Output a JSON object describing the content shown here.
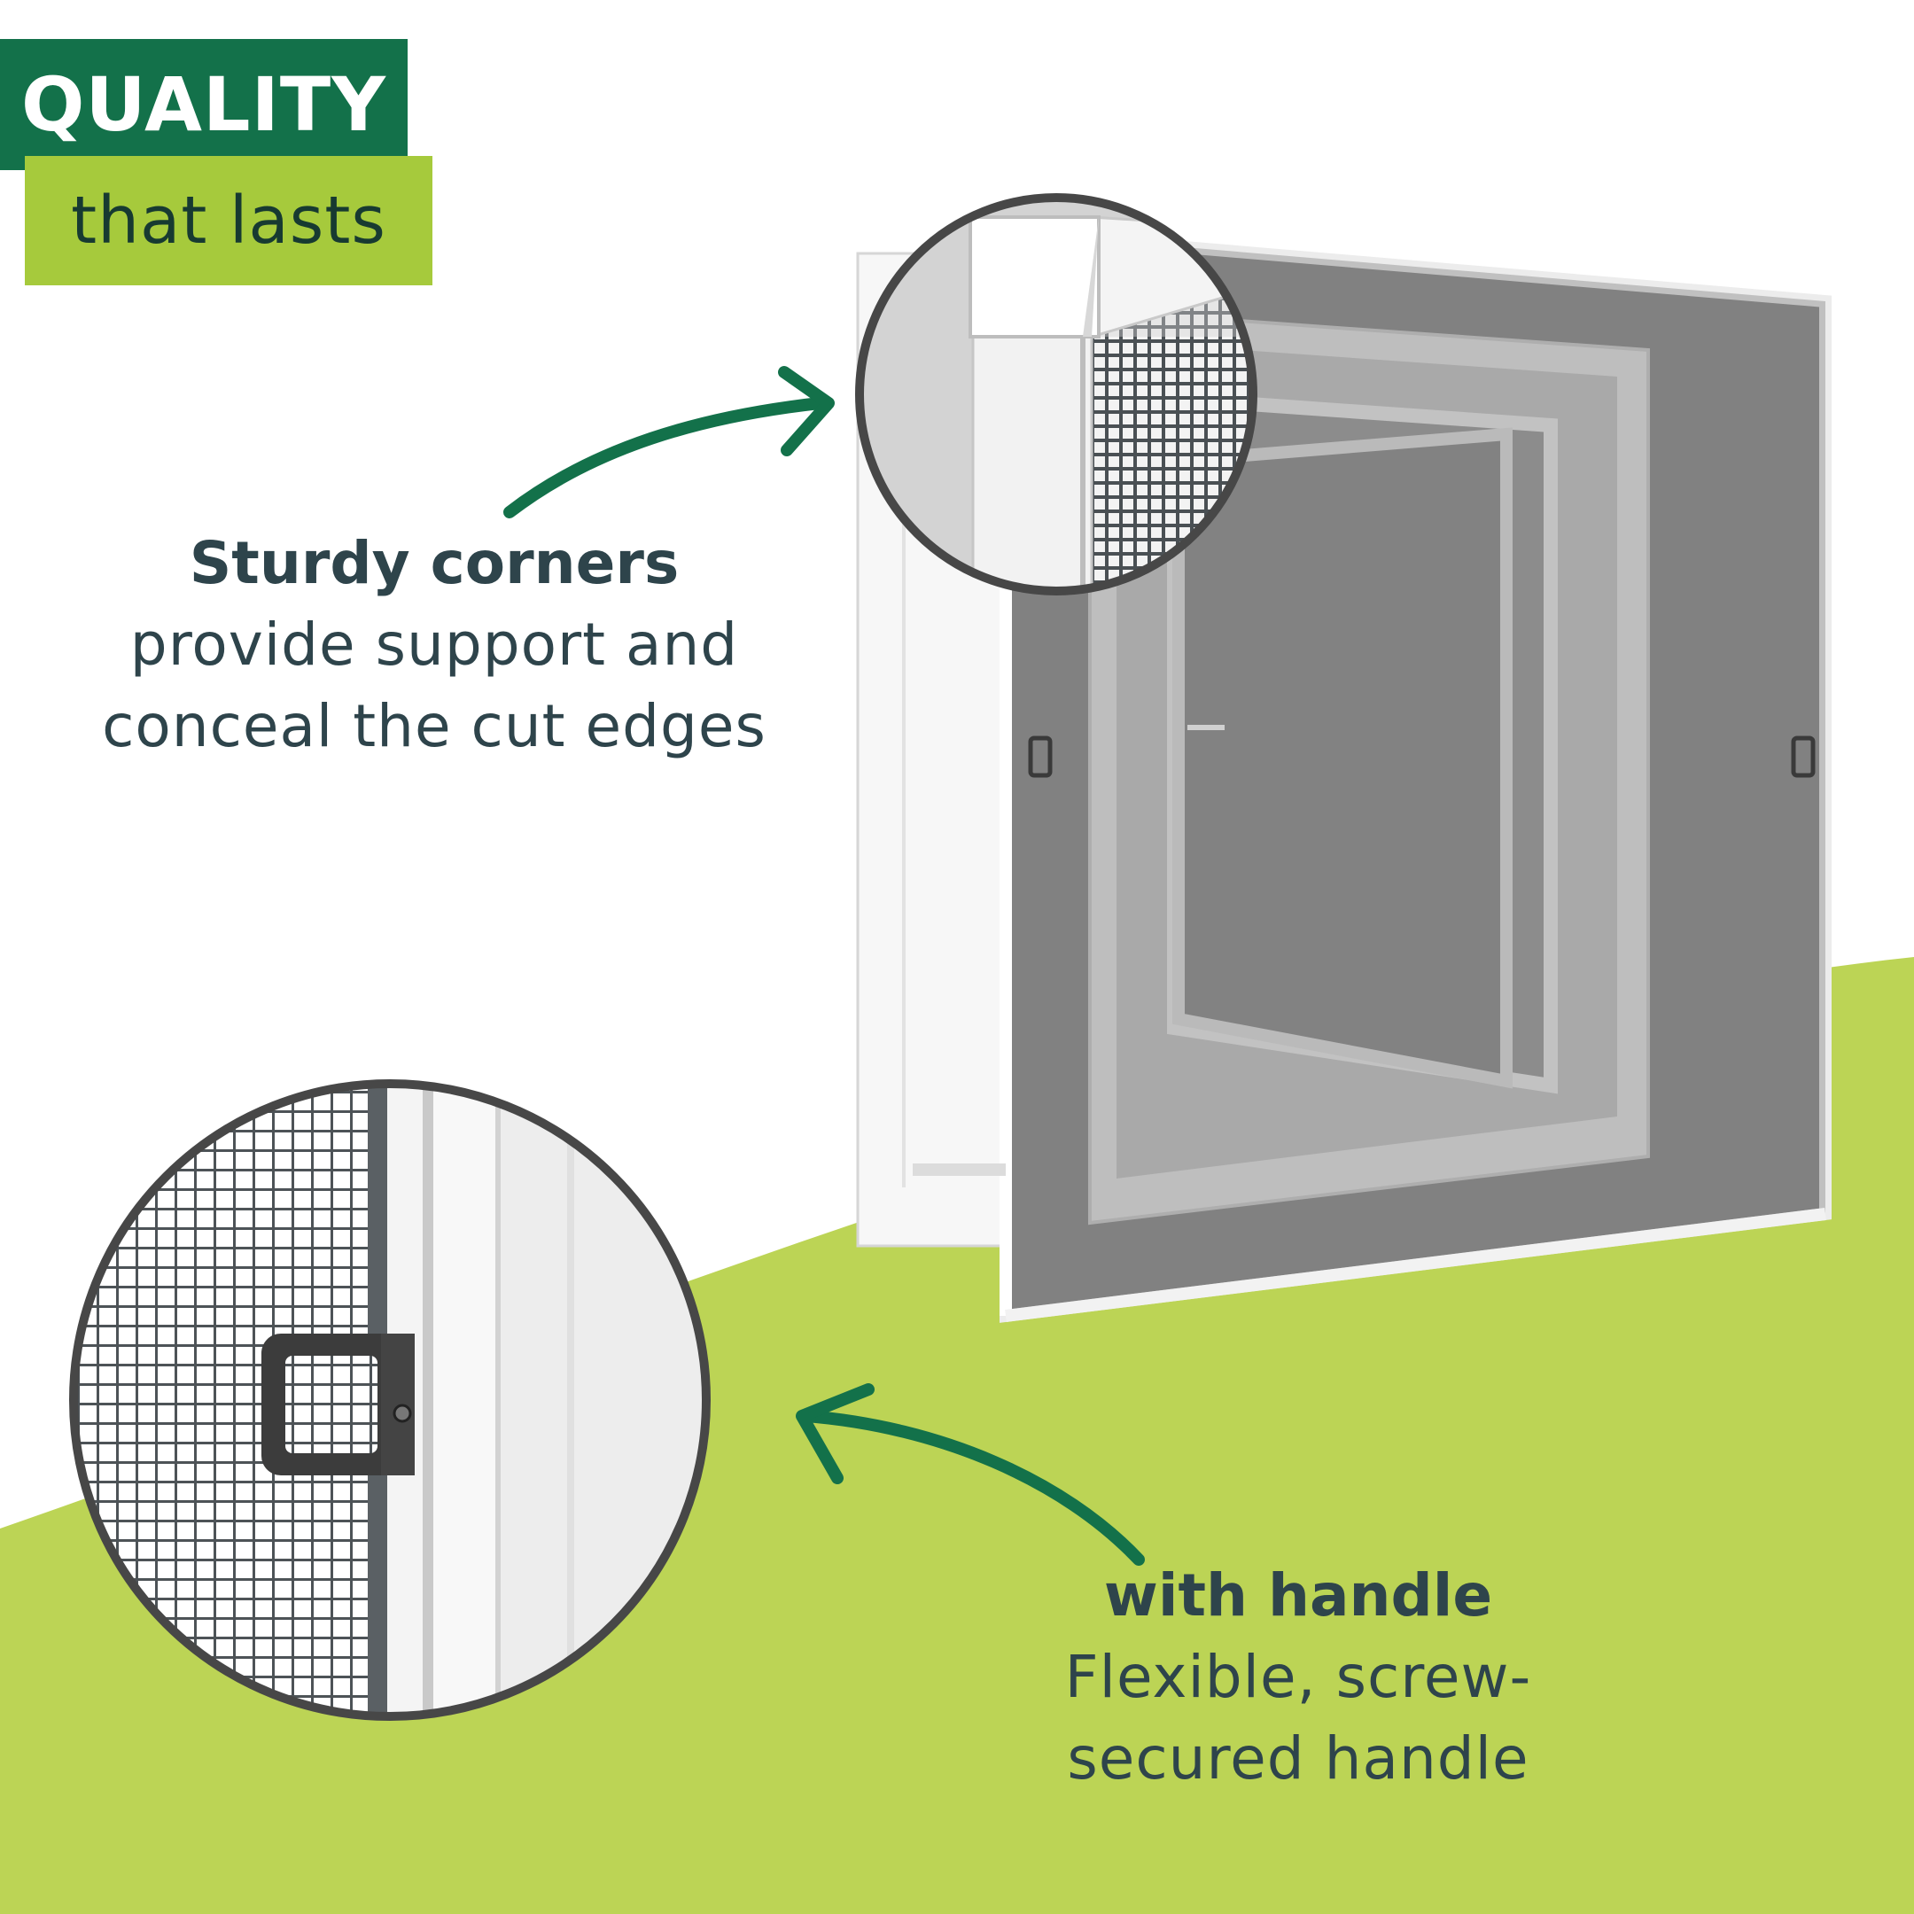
{
  "badge": {
    "line1": "QUALITY",
    "line2": "that lasts",
    "line1_color": "#13714a",
    "line2_color": "#a6ca3c"
  },
  "callouts": {
    "corners": {
      "heading": "Sturdy corners",
      "line1": "provide support and",
      "line2": "conceal the cut edges"
    },
    "handle": {
      "heading": "with handle",
      "line1": "Flexible, screw-",
      "line2": "secured handle"
    }
  },
  "colors": {
    "accent_green": "#13714a",
    "lime": "#bcd455",
    "text": "#2e444b",
    "mesh": "#4a5054"
  },
  "icons": [
    "arrow-to-corner-icon",
    "arrow-to-handle-icon"
  ]
}
